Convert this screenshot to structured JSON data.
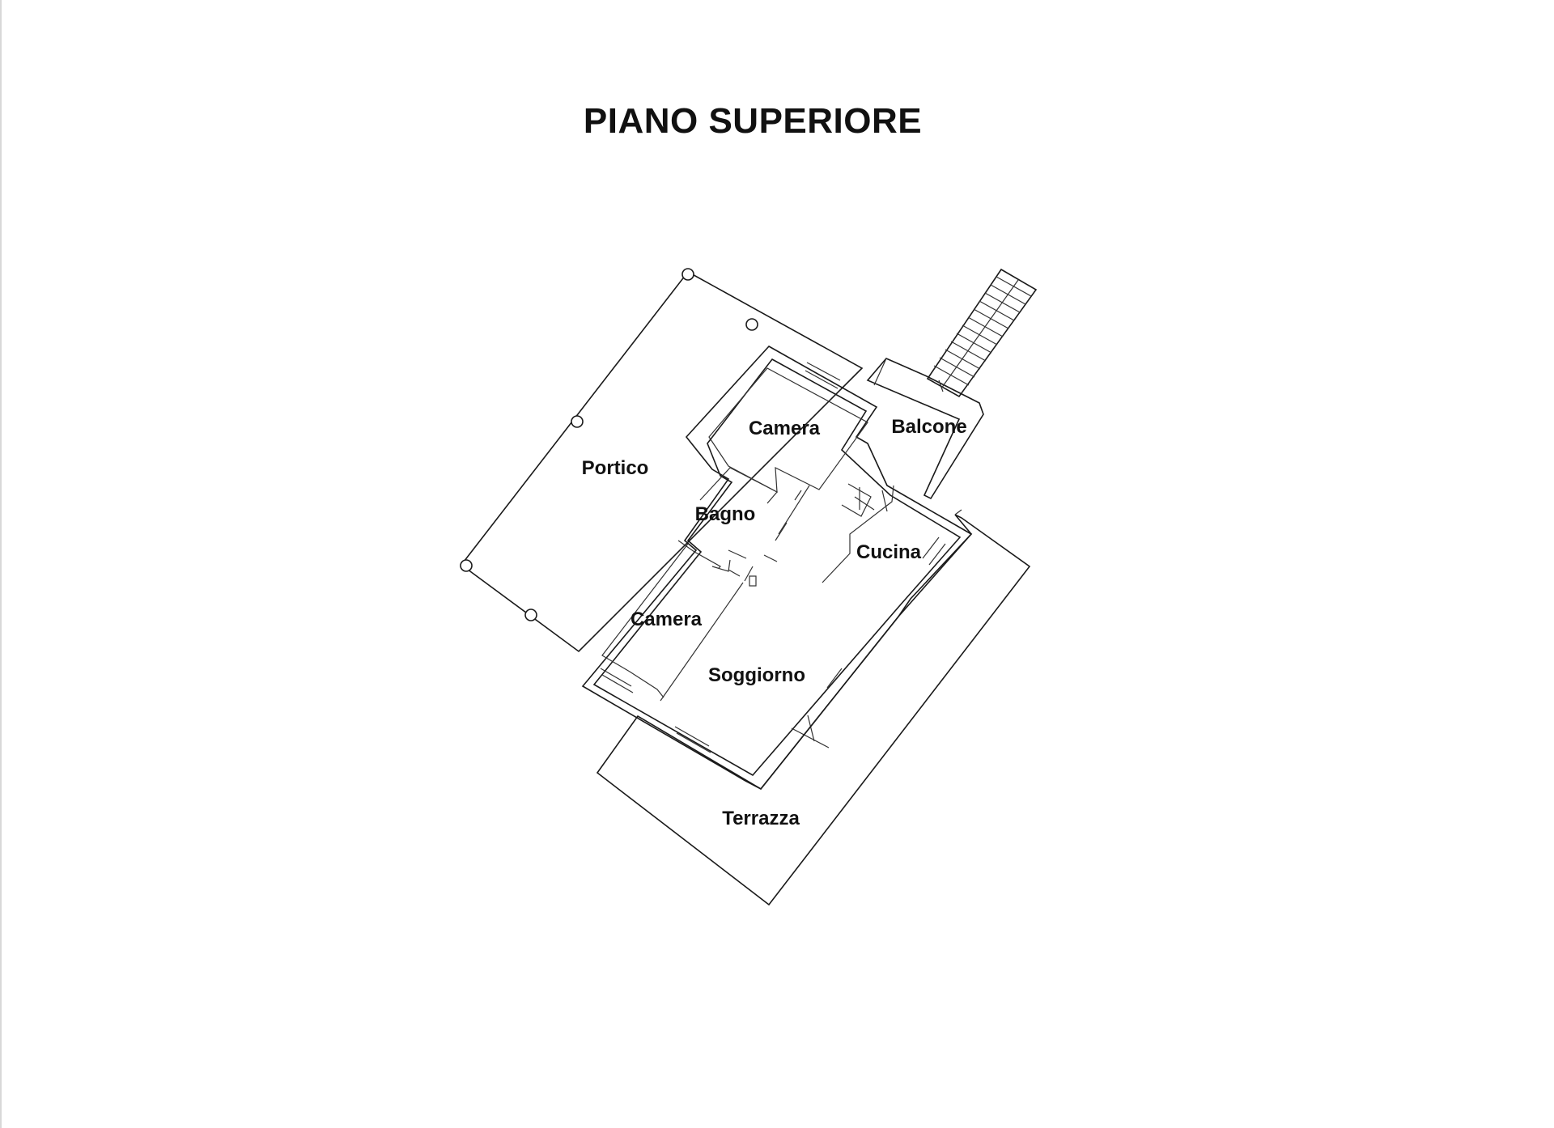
{
  "title": "PIANO SUPERIORE",
  "rooms": {
    "portico": "Portico",
    "camera_top": "Camera",
    "balcone": "Balcone",
    "bagno": "Bagno",
    "cucina": "Cucina",
    "camera_bottom": "Camera",
    "soggiorno": "Soggiorno",
    "terrazza": "Terrazza"
  },
  "colors": {
    "line": "#1a1a1a",
    "background": "#ffffff",
    "text": "#111111"
  }
}
